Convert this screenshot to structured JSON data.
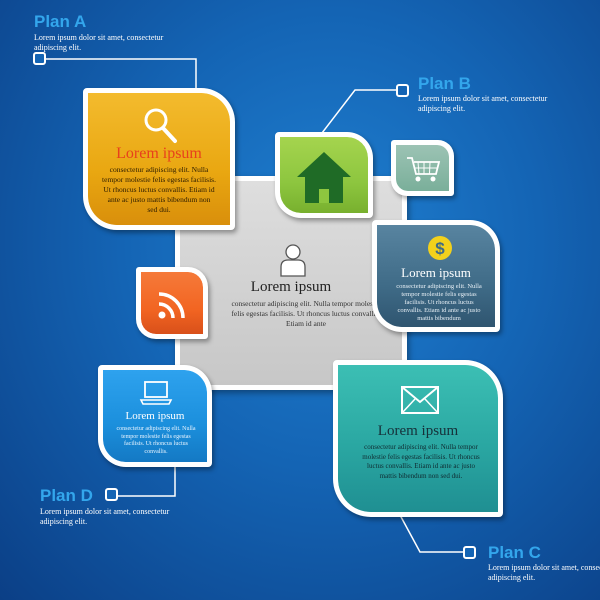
{
  "plans": {
    "a": {
      "title": "Plan A",
      "desc": "Lorem ipsum dolor sit amet, consectetur adipiscing elit."
    },
    "b": {
      "title": "Plan B",
      "desc": "Lorem ipsum dolor sit amet, consectetur adipiscing elit."
    },
    "c": {
      "title": "Plan C",
      "desc": "Lorem ipsum dolor sit amet, consectetur adipiscing elit."
    },
    "d": {
      "title": "Plan D",
      "desc": "Lorem ipsum dolor sit amet, consectetur adipiscing elit."
    }
  },
  "tiles": {
    "search": {
      "heading": "Lorem ipsum",
      "body": "consectetur adipiscing elit. Nulla tempor molestie felis egestas facilisis. Ut rhoncus luctus convallis. Etiam id ante ac justo mattis bibendum non sed dui.",
      "icon": "search-icon",
      "color": "#e9a711"
    },
    "center": {
      "heading": "Lorem ipsum",
      "body": "consectetur adipiscing elit. Nulla tempor molestie felis egestas facilisis. Ut rhoncus luctus convallis. Etiam id ante",
      "icon": "person-icon"
    },
    "dollar": {
      "heading": "Lorem ipsum",
      "body": "consectetur adipiscing elit. Nulla tempor molestie felis egestas facilisis. Ut rhoncus luctus convallis. Etiam id ante ac justo mattis bibendum",
      "icon": "dollar-icon",
      "color": "#3f6b87"
    },
    "laptop": {
      "heading": "Lorem ipsum",
      "body": "consectetur adipiscing elit. Nulla tempor molestie felis egestas facilisis. Ut rhoncus luctus convallis.",
      "icon": "laptop-icon",
      "color": "#1b8fdc"
    },
    "mail": {
      "heading": "Lorem ipsum",
      "body": "consectetur adipiscing elit. Nulla tempor molestie felis egestas facilisis. Ut rhoncus luctus convallis. Etiam id ante ac justo mattis bibendum non sed dui.",
      "icon": "mail-icon",
      "color": "#2aa7a2"
    },
    "home": {
      "icon": "home-icon",
      "color": "#8dc63f"
    },
    "cart": {
      "icon": "cart-icon",
      "color": "#7aaf9a"
    },
    "rss": {
      "icon": "rss-icon",
      "color": "#f26522"
    }
  },
  "colors": {
    "background": "#1464b4",
    "plan_title": "#33a6ec",
    "search_heading": "#e8401c"
  }
}
